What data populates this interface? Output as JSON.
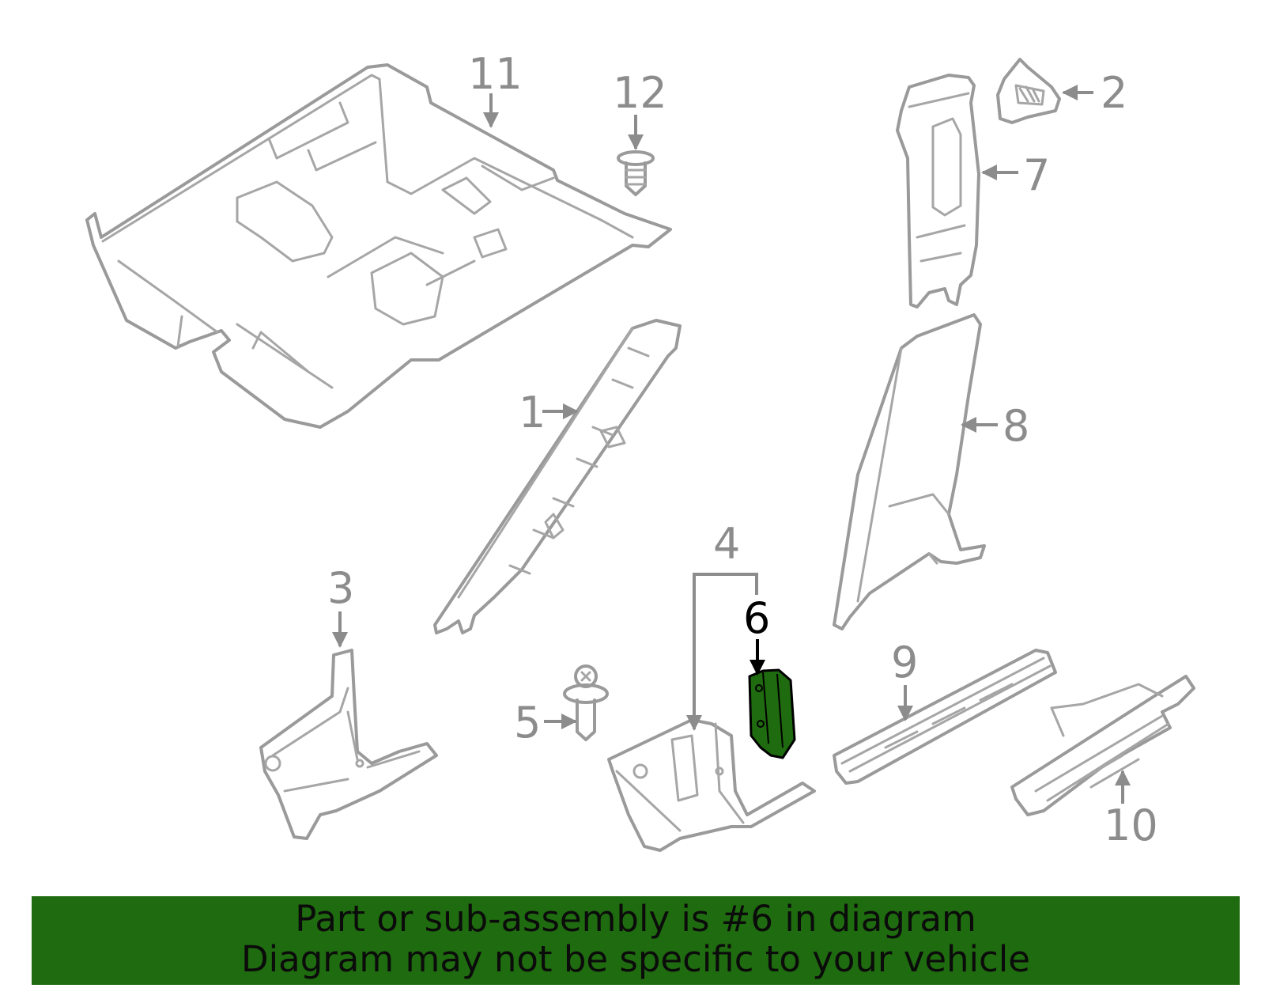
{
  "labels": {
    "p1": "1",
    "p2": "2",
    "p3": "3",
    "p4": "4",
    "p5": "5",
    "p6": "6",
    "p7": "7",
    "p8": "8",
    "p9": "9",
    "p10": "10",
    "p11": "11",
    "p12": "12"
  },
  "highlight_color": "#1f6b0f",
  "banner": {
    "line1": "Part or sub-assembly is #6 in diagram",
    "line2": "Diagram may not be specific to your vehicle"
  }
}
